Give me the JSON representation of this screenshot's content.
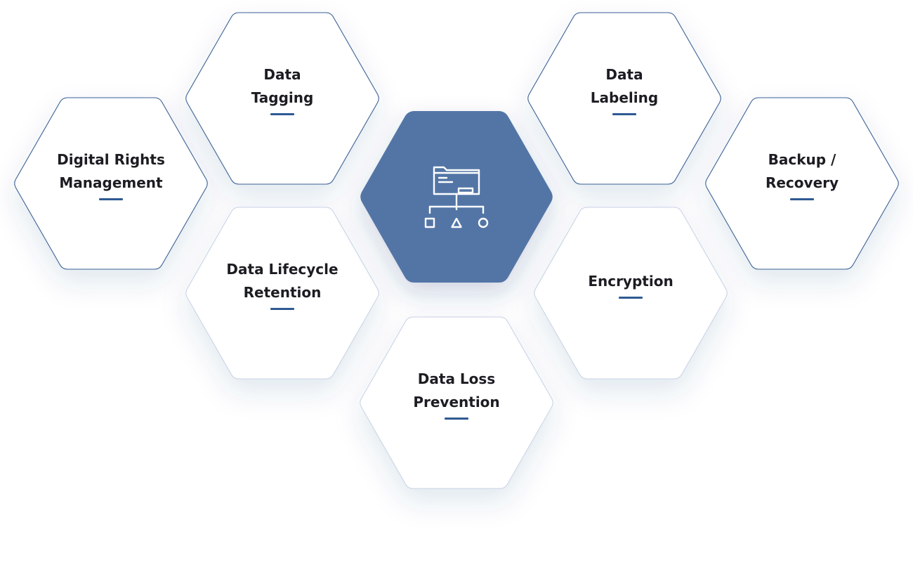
{
  "center": {
    "icon": "folder-hierarchy-icon",
    "fill": "#5275a6"
  },
  "colors": {
    "accent": "#2f5a93",
    "hex_fill": "#ffffff",
    "text": "#1c1d22"
  },
  "hexagons": [
    {
      "name": "data-tagging",
      "lines": [
        "Data",
        "Tagging"
      ],
      "border": "dark"
    },
    {
      "name": "data-labeling",
      "lines": [
        "Data",
        "Labeling"
      ],
      "border": "dark"
    },
    {
      "name": "digital-rights-management",
      "lines": [
        "Digital Rights",
        "Management"
      ],
      "border": "dark"
    },
    {
      "name": "backup-recovery",
      "lines": [
        "Backup /",
        "Recovery"
      ],
      "border": "dark"
    },
    {
      "name": "data-lifecycle-retention",
      "lines": [
        "Data Lifecycle",
        "Retention"
      ],
      "border": "light"
    },
    {
      "name": "encryption",
      "lines": [
        "Encryption"
      ],
      "border": "light"
    },
    {
      "name": "data-loss-prevention",
      "lines": [
        "Data Loss",
        "Prevention"
      ],
      "border": "light"
    }
  ]
}
